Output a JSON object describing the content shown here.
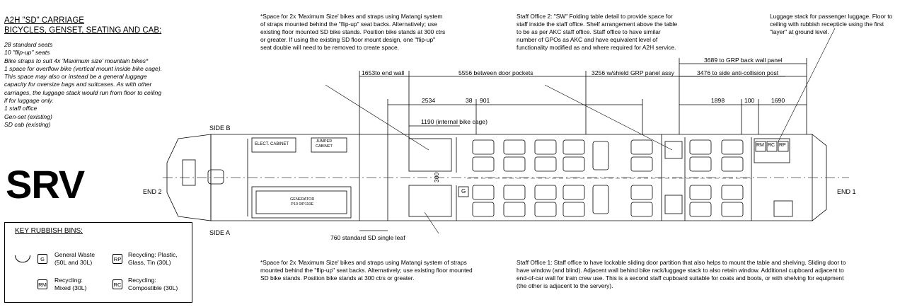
{
  "title": {
    "line1": "A2H \"SD\" CARRIAGE",
    "line2": "BICYCLES, GENSET, SEATING AND CAB:"
  },
  "spec_list": [
    "28 standard seats",
    "10 \"flip-up\" seats",
    "Bike straps to suit 4x 'Maximum size' mountain bikes*",
    "1 space for overflow bike (vertical mount inside bike cage). This space may also or instead be a general luggage capacity for oversize bags and suitcases. As with other carriages, the luggage stack would run from floor to ceiling if for luggage only.",
    "1 staff office",
    "Gen-set (existing)",
    "SD cab (existing)"
  ],
  "big_label": "SRV",
  "notes": {
    "top_bike": "*Space for 2x 'Maximum Size' bikes and straps using Matangi system of straps mounted behind the \"flip-up\" seat backs. Alternatively; use existing floor mounted SD bike stands. Position bike stands at 300 ctrs or greater. If using the existing SD floor mount design, one \"flip-up\" seat double will need to be removed to create space.",
    "staff_office_2": "Staff Office 2: \"SW\" Folding table detail to provide space for staff inside the staff office. Shelf arrangement above the table to be as per AKC staff office. Staff office to have similar number of GPOs as AKC and have equivalent level of functionality modified as and where required for A2H service.",
    "luggage": "Luggage stack for passenger luggage. Floor to ceiling with rubbish recepticle using the first \"layer\" at ground level.",
    "bottom_bike": "*Space for 2x 'Maximum Size' bikes and straps using Matangi system of straps mounted behind the \"flip-up\" seat backs. Alternatively; use existing floor mounted SD bike stands. Position bike stands at 300 ctrs or greater.",
    "staff_office_1": "Staff Office 1: Staff office to have lockable sliding door partition that also helps to mount the table and shelving. Sliding door to have window (and blind). Adjacent wall behind bike rack/luggage stack to also retain window. Additional cupboard adjacent to end-of-car wall for train crew use. This is a second staff cupboard suitable for coats and boots, or with shelving for equipment (the other is adjacent to the servery)."
  },
  "dimensions": {
    "d1653": "1653to end wall",
    "d5556": "5556 between door pockets",
    "d3256": "3256 w/shield GRP panel assy",
    "d3689": "3689 to GRP back wall panel",
    "d3476": "3476 to side anti-collision post",
    "d2534": "2534",
    "d38": "38",
    "d901": "901",
    "d1898": "1898",
    "d100": "100",
    "d1690": "1690",
    "d1190": "1190 (internal bike cage)",
    "d300": "300",
    "d760": "760 standard SD single leaf"
  },
  "plan_labels": {
    "side_b": "SIDE B",
    "side_a": "SIDE A",
    "end_2": "END 2",
    "end_1": "END 1",
    "elect_cabinet": "ELECT. CABINET",
    "jumper_cabinet_1": "JUMPER",
    "jumper_cabinet_2": "CABINET",
    "generator_1": "GENERATOR",
    "generator_2": "P10 0/P110E",
    "bin_rm": "RM",
    "bin_rc": "RC",
    "bin_rp": "RP",
    "bin_g": "G"
  },
  "key": {
    "title": "KEY RUBBISH BINS:",
    "general_waste": {
      "code": "G",
      "line1": "General Waste",
      "line2": "(50L and 30L)"
    },
    "recycling_plastic": {
      "code": "RP",
      "line1": "Recycling: Plastic,",
      "line2": "Glass, Tin (30L)"
    },
    "recycling_mixed": {
      "code": "RM",
      "line1": "Recycling:",
      "line2": "Mixed (30L)"
    },
    "recycling_compost": {
      "code": "RC",
      "line1": "Recycling:",
      "line2": "Compostible (30L)"
    }
  }
}
